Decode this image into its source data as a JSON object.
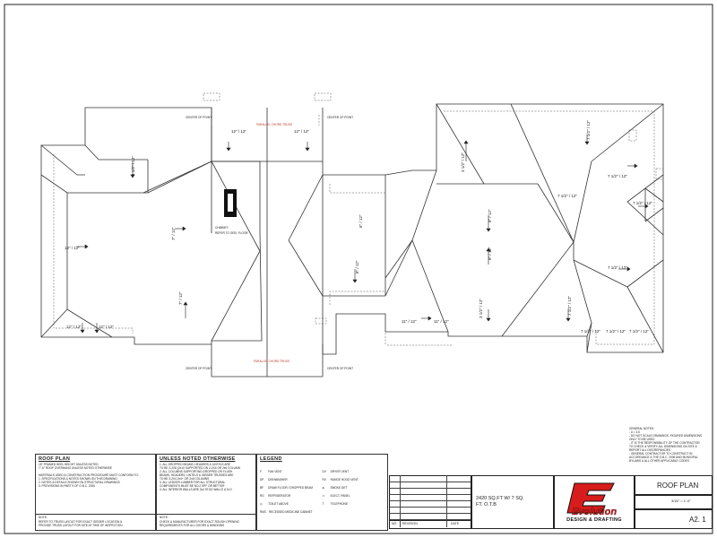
{
  "plan": {
    "pitches": [
      {
        "text": "12\" / 12\""
      },
      {
        "text": "12\" / 12\""
      },
      {
        "text": "4 1/2\" / 12\""
      },
      {
        "text": "12\" / 12\""
      },
      {
        "text": "7\" / 12\""
      },
      {
        "text": "7\" / 12\""
      },
      {
        "text": "12\" / 12\""
      },
      {
        "text": "12\" / 12\""
      },
      {
        "text": "6\" / 12\""
      },
      {
        "text": "8\" / 12\""
      },
      {
        "text": "3 1/2\" / 12\""
      },
      {
        "text": "8\" / 12\""
      },
      {
        "text": "8\" / 12\""
      },
      {
        "text": "7 1/2\" / 12\""
      },
      {
        "text": "7 1/2\" / 12\""
      },
      {
        "text": "7 1/2\" / 12\""
      },
      {
        "text": "7 1/2\" / 12\""
      },
      {
        "text": "7 1/2\" / 12\""
      },
      {
        "text": "7 1/2\" / 12\""
      },
      {
        "text": "11\" / 12\""
      },
      {
        "text": "11\" / 12\""
      },
      {
        "text": "3 1/2\" / 12\""
      },
      {
        "text": "7 1/2\" / 12\""
      },
      {
        "text": "7 1/2\" / 12\""
      },
      {
        "text": "7 1/2\" / 12\""
      }
    ],
    "center_of_point": "CENTER OF POINT",
    "parallel_chord": "PARALLEL CHORD TRUSS",
    "chimney": "CHIMNEY",
    "chimney_note": "REFER TO GRD. FLOOR"
  },
  "roof_plan_box": {
    "title": "ROOF PLAN",
    "lines": [
      "18\" FRAMED HEEL HEIGHT UNLESS NOTED",
      "7\"-6\" ROOF OVERHANG UNLESS NOTED OTHERWISE",
      "",
      "MATERIALS USED & CONSTRUCTION PROCEDURE MUST CONFORM TO:",
      "1. SPECIFICATIONS & NOTES SHOWN ON THIS DRAWING",
      "2. NOTES & DETAILS SHOWN ON STRUCTURAL DRAWINGS",
      "3. PROVISIONS IN PART 9 OF O.B.C. 2006"
    ],
    "note_title": "NOTE:",
    "note_lines": [
      "REFER TO TRUSS LAYOUT FOR EXACT GIRDER LOCATION &",
      "PROVIDE TRUSS LAYOUT FOR SITE AT TIME OF INSPECTION"
    ]
  },
  "unless_box": {
    "title": "UNLESS NOTED OTHERWISE",
    "lines": [
      "1. ALL DROPPED BEAMS, HEADERS & LINTELS ARE",
      "TO BE 2-2X8 (2x10 SUPPORTED ON 2-2X4 OR 2x6 COLUMN",
      "2. ALL COLUMNS SUPPORTING DROPPED OR FLUSH",
      "BEAMS, HEADERS, LINTELS & GIRDER TRUSSES ARE",
      "TO BE 3-2X4 2x4+ OR 2x6 COLUMNS",
      "3. ALL LEDGER LUMBER FOR ALL STRUCTURAL",
      "COMPONENTS MUST BE NO.2 SPF OR BETTER",
      "4. ALL INTERIOR WALLS ARE 2x4 STUD WALLS U.N.O"
    ],
    "note_title": "NOTE:",
    "note_lines": [
      "CHECK & MANUFACTURER FOR EXACT ROUGH OPENING",
      "REQUIREMENTS FOR ALL DOORS & WINDOWS"
    ]
  },
  "legend": {
    "title": "LEGEND",
    "items": [
      {
        "sym": "F",
        "label": "FAN VENT"
      },
      {
        "sym": "DV",
        "label": "DRYER VENT"
      },
      {
        "sym": "DP",
        "label": "DISHWASHER"
      },
      {
        "sym": "RV",
        "label": "RANGE HOOD VENT"
      },
      {
        "sym": "BF",
        "label": "DRAW FLOOR / DROPPED BEAM"
      },
      {
        "sym": "",
        "label": "SMOKE DET"
      },
      {
        "sym": "RG",
        "label": "REFRIGERATOR"
      },
      {
        "sym": "",
        "label": "ELECT. PANEL"
      },
      {
        "sym": "",
        "label": "TOILET ABOVE"
      },
      {
        "sym": "T",
        "label": "TELEPHONE"
      },
      {
        "sym": "RMC",
        "label": "RECESSED MEDICINE CABINET"
      }
    ]
  },
  "general_notes": {
    "title": "GENERAL NOTES:",
    "lines": [
      "- # = 3.5",
      "- DO NOT SCALE DRAWINGS. FIGURED DIMENSIONS",
      "  ONLY TO BE USED",
      "- IT IS THE RESPONSIBILITY OF THE CONTRACTOR",
      "  TO CHECK & VERIFY ALL DIMENSIONS ON SITE &",
      "  REPORT ALL DISCREPANCIES",
      "- GENERAL CONTRACTOR TO CONSTRUCT IN",
      "  ACCORDANCE & THE O.B.C. 2006 AND MUNICIPAL",
      "  BYLAWS & ALL OTHER APPLICABLE CODES"
    ]
  },
  "title_block": {
    "area_text": "2420 SQ.FT W/ 7 SQ. FT. O.T.B",
    "company": "Evolution",
    "tagline": "DESIGN & DRAFTING",
    "sheet_title": "ROOF PLAN",
    "scale": "3/16\" = 1'-0\"",
    "sheet_no": "A2. 1",
    "no_label": "NO.",
    "revision_label": "REVISION",
    "date_label": "DATE"
  },
  "colors": {
    "line": "#333333",
    "dim": "#555555",
    "accent_red": "#cc0000",
    "logo_red": "#d81c1c"
  }
}
